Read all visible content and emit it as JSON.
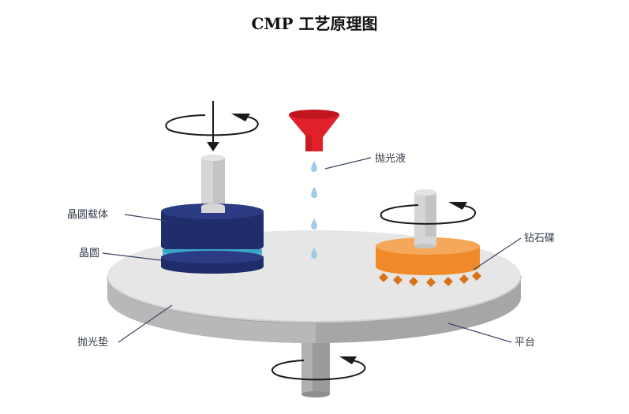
{
  "title": "CMP 工艺原理图",
  "labels": {
    "polishing_liquid": "抛光液",
    "wafer_carrier": "晶圆载体",
    "wafer": "晶圆",
    "diamond_disc": "钻石碟",
    "polishing_pad": "抛光垫",
    "platform": "平台"
  },
  "colors": {
    "carrier": "#1f2d6b",
    "carrier_top": "#2b3c84",
    "wafer": "#3aa4c8",
    "disc": "#f08a28",
    "disc_top": "#f5a85a",
    "nozzle": "#e0202a",
    "droplet": "#9fcbe6",
    "pad": "#e6e6e6",
    "platform": "#a6a6a6",
    "shaft": "#d6d6d6"
  }
}
